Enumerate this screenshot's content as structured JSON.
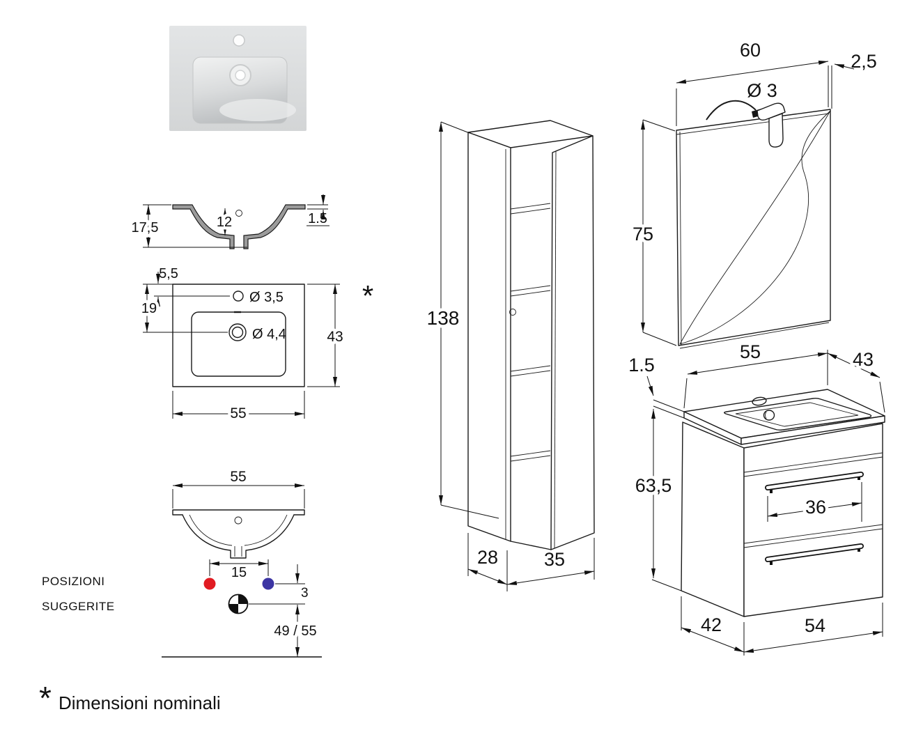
{
  "colors": {
    "hot_water": "#e11b22",
    "cold_water": "#3c35a3",
    "section_fill": "#9b9b9b"
  },
  "section_view": {
    "total_height": "17,5",
    "bowl_depth": "12",
    "rim_thickness": "1.5"
  },
  "top_view": {
    "hole_offset": "5,5",
    "drain_offset": "19",
    "tap_hole_dia": "Ø 3,5",
    "drain_hole_dia": "Ø 4,4",
    "depth": "43",
    "width": "55",
    "note_mark": "*"
  },
  "front_view": {
    "width": "55",
    "tap_spacing": "15",
    "drain_drop": "3",
    "wall_height": "49 / 55"
  },
  "suggested_positions": {
    "line1": "POSIZIONI",
    "line2": "SUGGERITE"
  },
  "column_cabinet": {
    "height": "138",
    "depth": "28",
    "width": "35"
  },
  "mirror": {
    "width": "60",
    "thickness": "2,5",
    "lamp_dia": "Ø 3",
    "height": "75"
  },
  "vanity": {
    "top_thickness": "1.5",
    "top_width": "55",
    "top_depth": "43",
    "body_height": "63,5",
    "handle_width": "36",
    "body_depth": "42",
    "body_width": "54"
  },
  "footnote": {
    "mark": "*",
    "text": "Dimensioni nominali"
  }
}
